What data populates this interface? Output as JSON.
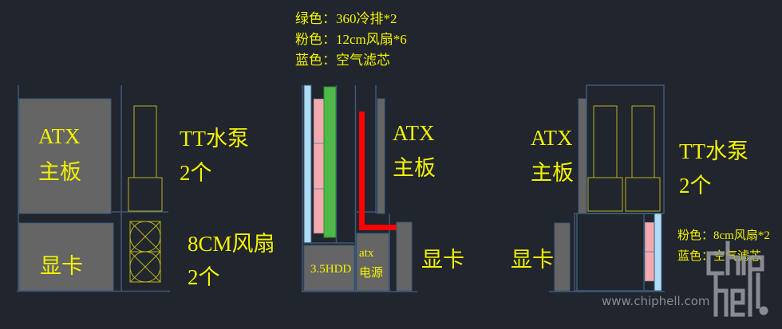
{
  "legend_top": {
    "line1": "绿色：360冷排*2",
    "line2": "粉色：12cm风扇*6",
    "line3": "蓝色：空气滤芯"
  },
  "left_layout": {
    "motherboard_line1": "ATX",
    "motherboard_line2": "主板",
    "gpu": "显卡",
    "pump_line1": "TT水泵",
    "pump_line2": "2个",
    "fan_line1": "8CM风扇",
    "fan_line2": "2个"
  },
  "middle_layout": {
    "motherboard_line1": "ATX",
    "motherboard_line2": "主板",
    "gpu": "显卡",
    "hdd": "3.5HDD",
    "psu_line1": "atx",
    "psu_line2": "电源"
  },
  "right_layout": {
    "motherboard_line1": "ATX",
    "motherboard_line2": "主板",
    "gpu": "显卡",
    "pump_line1": "TT水泵",
    "pump_line2": "2个",
    "legend_line1": "粉色：8cm风扇*2",
    "legend_line2": "蓝色：空气滤芯"
  },
  "watermark": {
    "url": "www.chiphell.com",
    "logo_text": "chiphell"
  },
  "colors": {
    "radiator": "#4fb948",
    "fan": "#f4a9ae",
    "filter": "#aedcf5",
    "pipe": "#ff0000",
    "component": "#656565",
    "label": "#f2f200"
  }
}
